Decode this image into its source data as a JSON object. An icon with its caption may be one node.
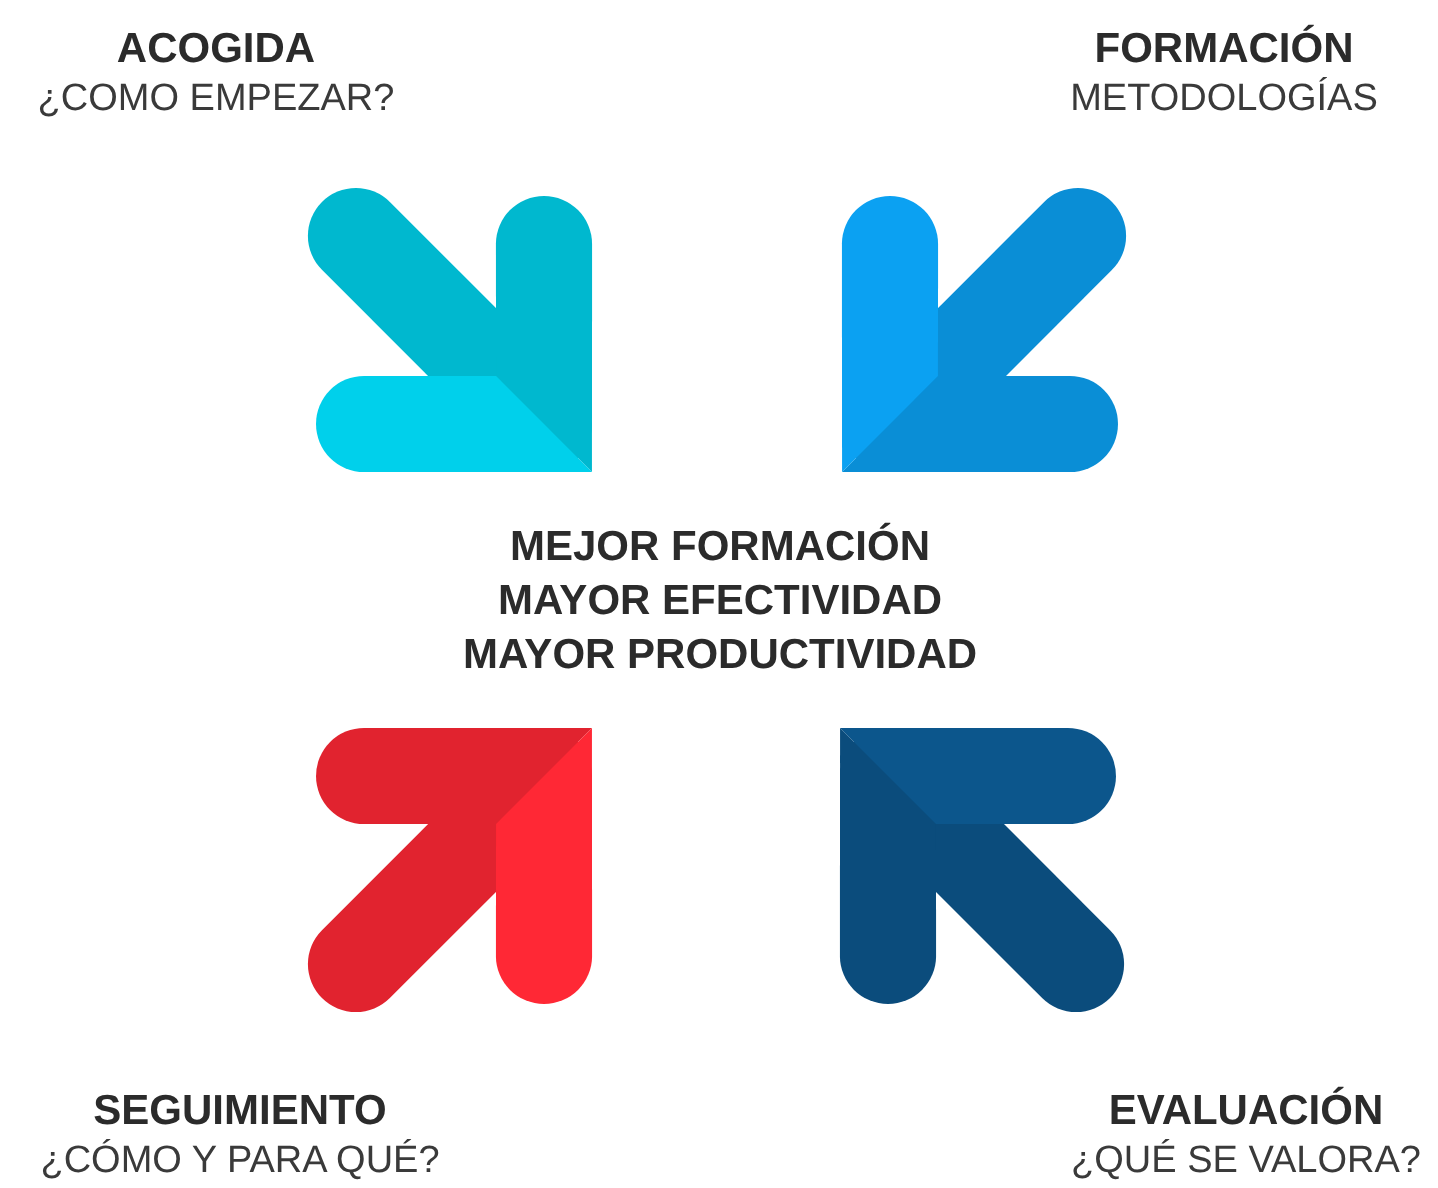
{
  "diagram": {
    "nodes": [
      {
        "text": [
          "ACOGIDA",
          "¿COMO EMPEZAR?"
        ]
      },
      {
        "text": [
          "FORMACIÓN",
          "METODOLOGÍAS"
        ]
      },
      {
        "text": [
          "MEJOR FORMACIÓN",
          "MAYOR EFECTIVIDAD",
          "MAYOR PRODUCTIVIDAD"
        ]
      },
      {
        "text": [
          "SEGUIMIENTO",
          "¿CÓMO Y PARA QUÉ?"
        ]
      },
      {
        "text": [
          "EVALUACIÓN",
          "¿QUÉ SE VALORA?"
        ]
      }
    ]
  }
}
